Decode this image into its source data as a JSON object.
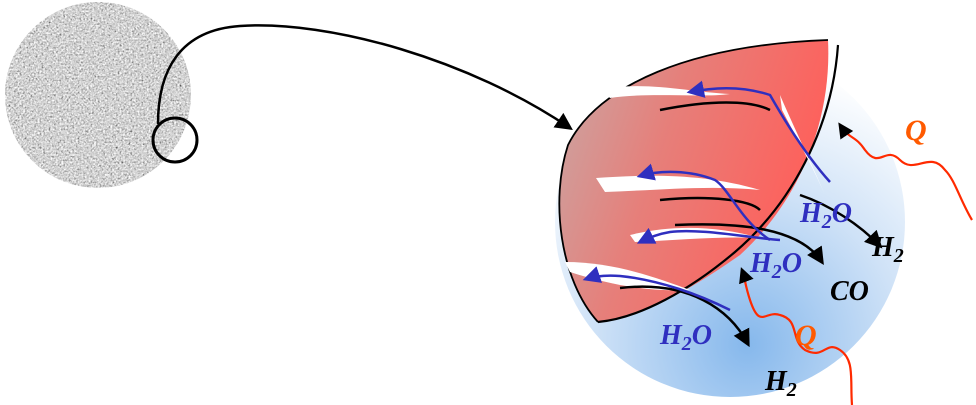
{
  "labels": {
    "h2o": "H",
    "h2o_sub": "2",
    "h2o_tail": "O",
    "h2": "H",
    "h2_sub": "2",
    "co": "CO",
    "heat": "Q"
  },
  "colors": {
    "blue_arrow": "#2f2fbf",
    "heat_red": "#ff2a00",
    "heat_label": "#ff5a00",
    "black": "#000000"
  },
  "icons": {
    "particle": "porous-particle-icon",
    "zoom": "magnifier-circle-icon"
  }
}
